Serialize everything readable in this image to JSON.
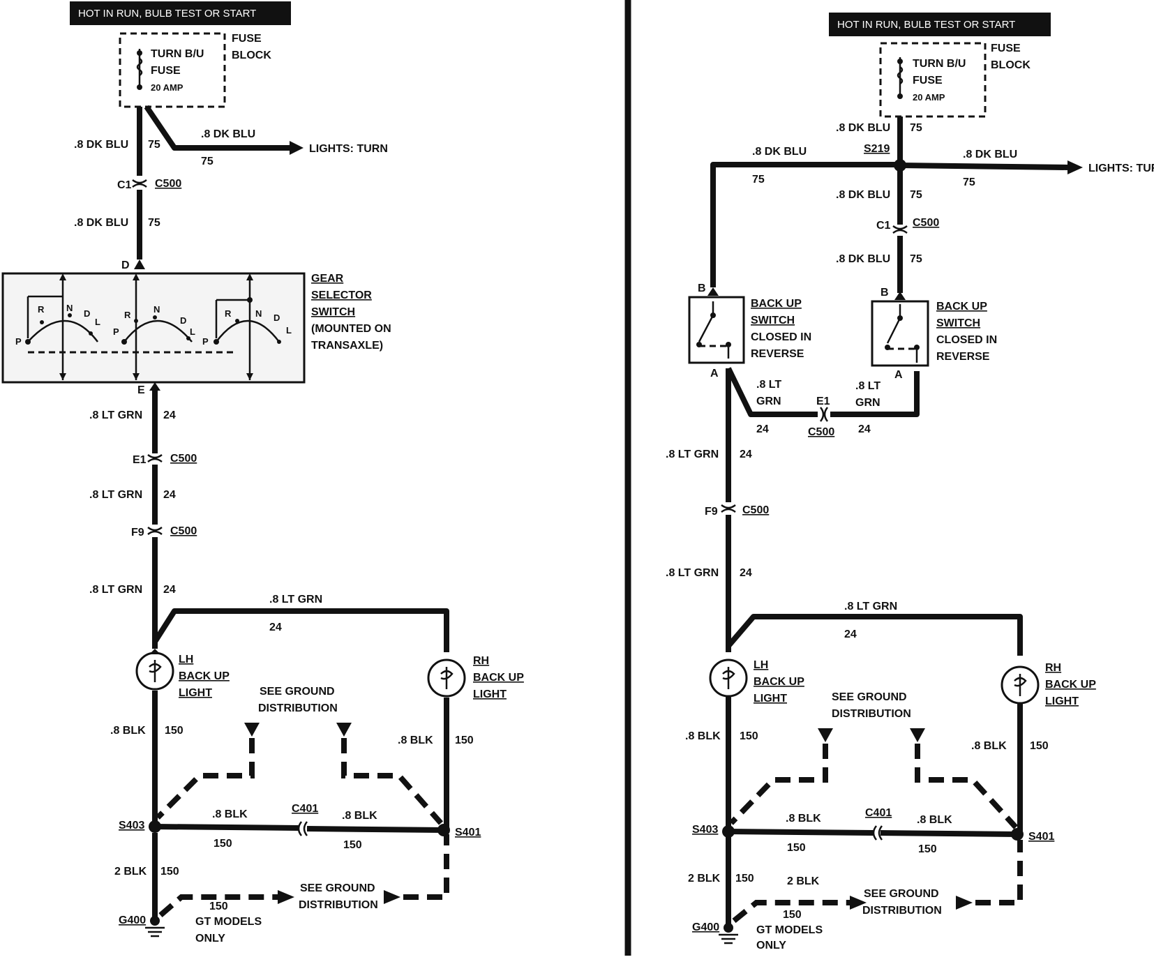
{
  "header": "HOT IN RUN, BULB TEST OR START",
  "fuse_block": "FUSE BLOCK",
  "fuse_name": "TURN B/U FUSE",
  "fuse_rating": "20 AMP",
  "wires": {
    "dk_blu": ".8 DK BLU",
    "lt_grn": ".8 LT GRN",
    "lt": ".8 LT",
    "grn": "GRN",
    "blk": ".8 BLK",
    "blk2": "2 BLK",
    "c75": "75",
    "c24": "24",
    "c150": "150"
  },
  "connectors": {
    "c1": "C1",
    "c500": "C500",
    "e1": "E1",
    "f9": "F9",
    "c401": "C401",
    "s219": "S219",
    "s401": "S401",
    "s403": "S403",
    "g400": "G400"
  },
  "pins": {
    "a": "A",
    "b": "B",
    "d": "D",
    "e": "E"
  },
  "lights_turn": "LIGHTS: TURN",
  "gear_selector": [
    "GEAR",
    "SELECTOR",
    "SWITCH",
    "(MOUNTED ON",
    "TRANSAXLE)"
  ],
  "prnd": {
    "p": "P",
    "r": "R",
    "n": "N",
    "d": "D",
    "l": "L"
  },
  "backup_switch": [
    "BACK UP",
    "SWITCH",
    "CLOSED IN",
    "REVERSE"
  ],
  "lh_light": [
    "LH",
    "BACK UP",
    "LIGHT"
  ],
  "rh_light": [
    "RH",
    "BACK UP",
    "LIGHT"
  ],
  "see_ground": [
    "SEE GROUND",
    "DISTRIBUTION"
  ],
  "gt_models": [
    "GT MODELS",
    "ONLY"
  ]
}
